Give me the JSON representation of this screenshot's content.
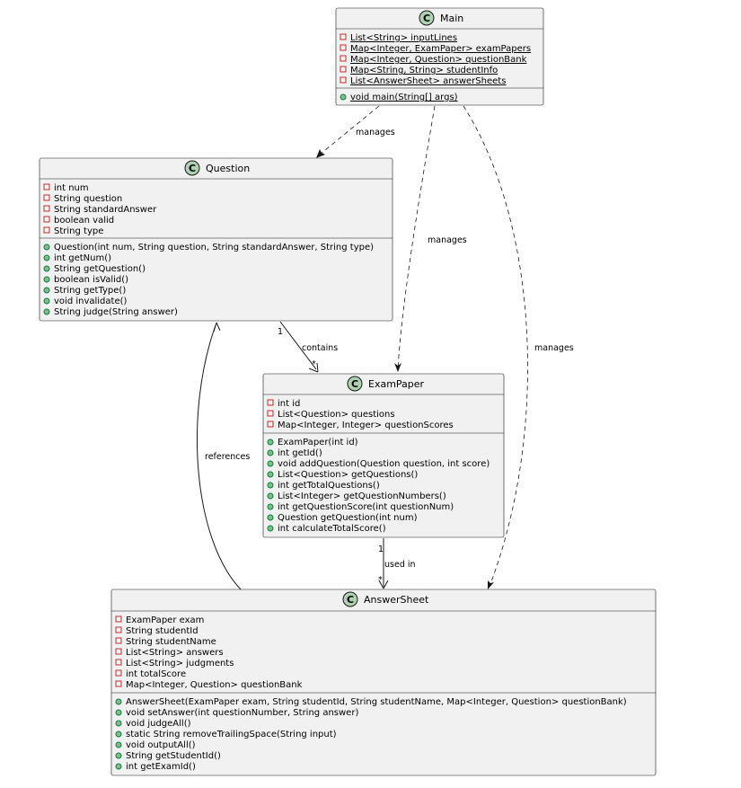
{
  "classes": {
    "main": {
      "stereotype_icon": "C",
      "name": "Main",
      "fields": [
        "List<String> inputLines",
        "Map<Integer, ExamPaper> examPapers",
        "Map<Integer, Question> questionBank",
        "Map<String, String> studentInfo",
        "List<AnswerSheet> answerSheets"
      ],
      "methods": [
        "void main(String[] args)"
      ]
    },
    "question": {
      "stereotype_icon": "C",
      "name": "Question",
      "fields": [
        "int num",
        "String question",
        "String standardAnswer",
        "boolean valid",
        "String type"
      ],
      "methods": [
        "Question(int num, String question, String standardAnswer, String type)",
        "int getNum()",
        "String getQuestion()",
        "boolean isValid()",
        "String getType()",
        "void invalidate()",
        "String judge(String answer)"
      ]
    },
    "exampaper": {
      "stereotype_icon": "C",
      "name": "ExamPaper",
      "fields": [
        "int id",
        "List<Question> questions",
        "Map<Integer, Integer> questionScores"
      ],
      "methods": [
        "ExamPaper(int id)",
        "int getId()",
        "void addQuestion(Question question, int score)",
        "List<Question> getQuestions()",
        "int getTotalQuestions()",
        "List<Integer> getQuestionNumbers()",
        "int getQuestionScore(int questionNum)",
        "Question getQuestion(int num)",
        "int calculateTotalScore()"
      ]
    },
    "answersheet": {
      "stereotype_icon": "C",
      "name": "AnswerSheet",
      "fields": [
        "ExamPaper exam",
        "String studentId",
        "String studentName",
        "List<String> answers",
        "List<String> judgments",
        "int totalScore",
        "Map<Integer, Question> questionBank"
      ],
      "methods": [
        "AnswerSheet(ExamPaper exam, String studentId, String studentName, Map<Integer, Question> questionBank)",
        "void setAnswer(int questionNumber, String answer)",
        "void judgeAll()",
        "static String removeTrailingSpace(String input)",
        "void outputAll()",
        "String getStudentId()",
        "int getExamId()"
      ]
    }
  },
  "relations": {
    "main_question": {
      "label": "manages"
    },
    "main_exampaper": {
      "label": "manages"
    },
    "main_answersheet": {
      "label": "manages"
    },
    "question_exampaper": {
      "label": "contains",
      "source_mult": "1",
      "target_mult": "*"
    },
    "exampaper_answersheet": {
      "label": "used in",
      "source_mult": "1",
      "target_mult": "*"
    },
    "answersheet_question": {
      "label": "references"
    }
  }
}
